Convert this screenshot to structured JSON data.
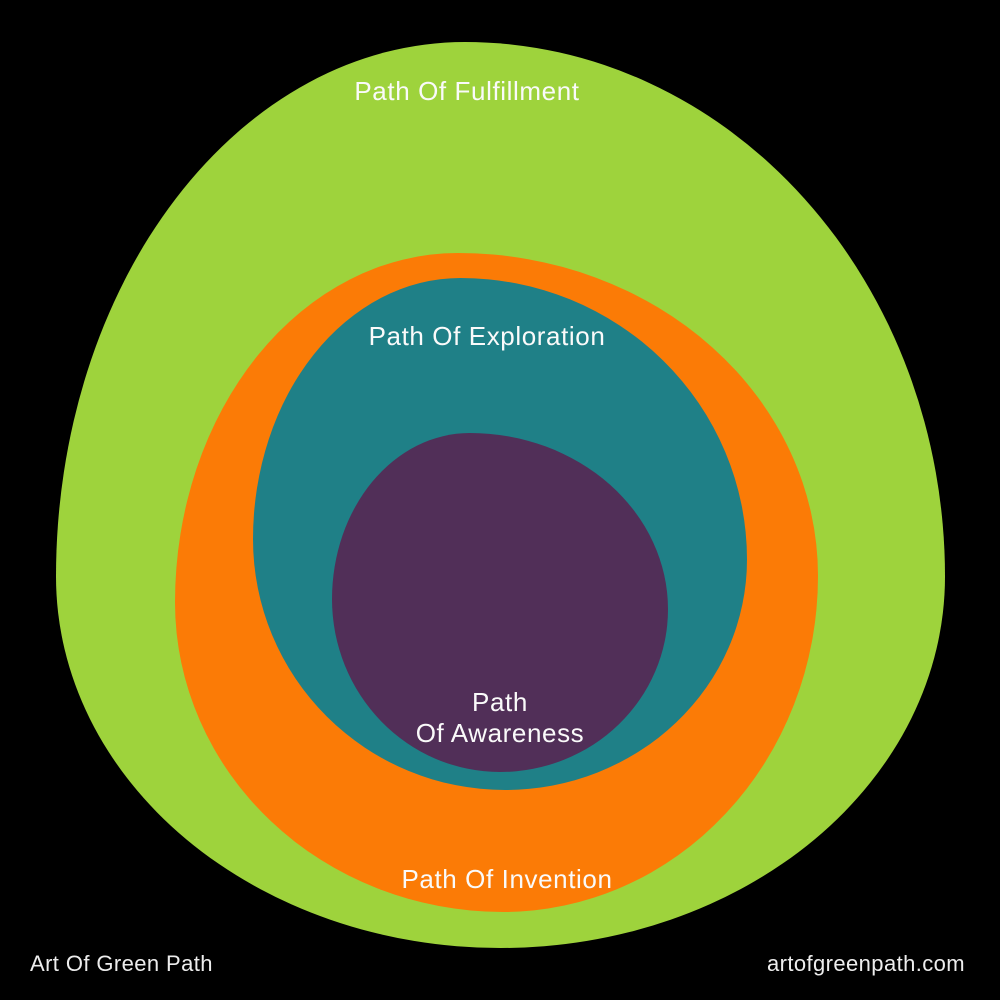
{
  "diagram": {
    "type": "nested-rings",
    "background": "#000000",
    "label_color": "#FAFAFA",
    "rings": {
      "fulfillment": {
        "label": "Path Of Fulfillment",
        "color": "#9ED33C"
      },
      "invention": {
        "label": "Path Of Invention",
        "color": "#FB7B06"
      },
      "exploration": {
        "label": "Path Of Exploration",
        "color": "#1F8087"
      },
      "awareness": {
        "label_line1": "Path",
        "label_line2": "Of Awareness",
        "color": "#512F58"
      }
    }
  },
  "footer": {
    "brand": "Art Of Green Path",
    "website": "artofgreenpath.com"
  }
}
